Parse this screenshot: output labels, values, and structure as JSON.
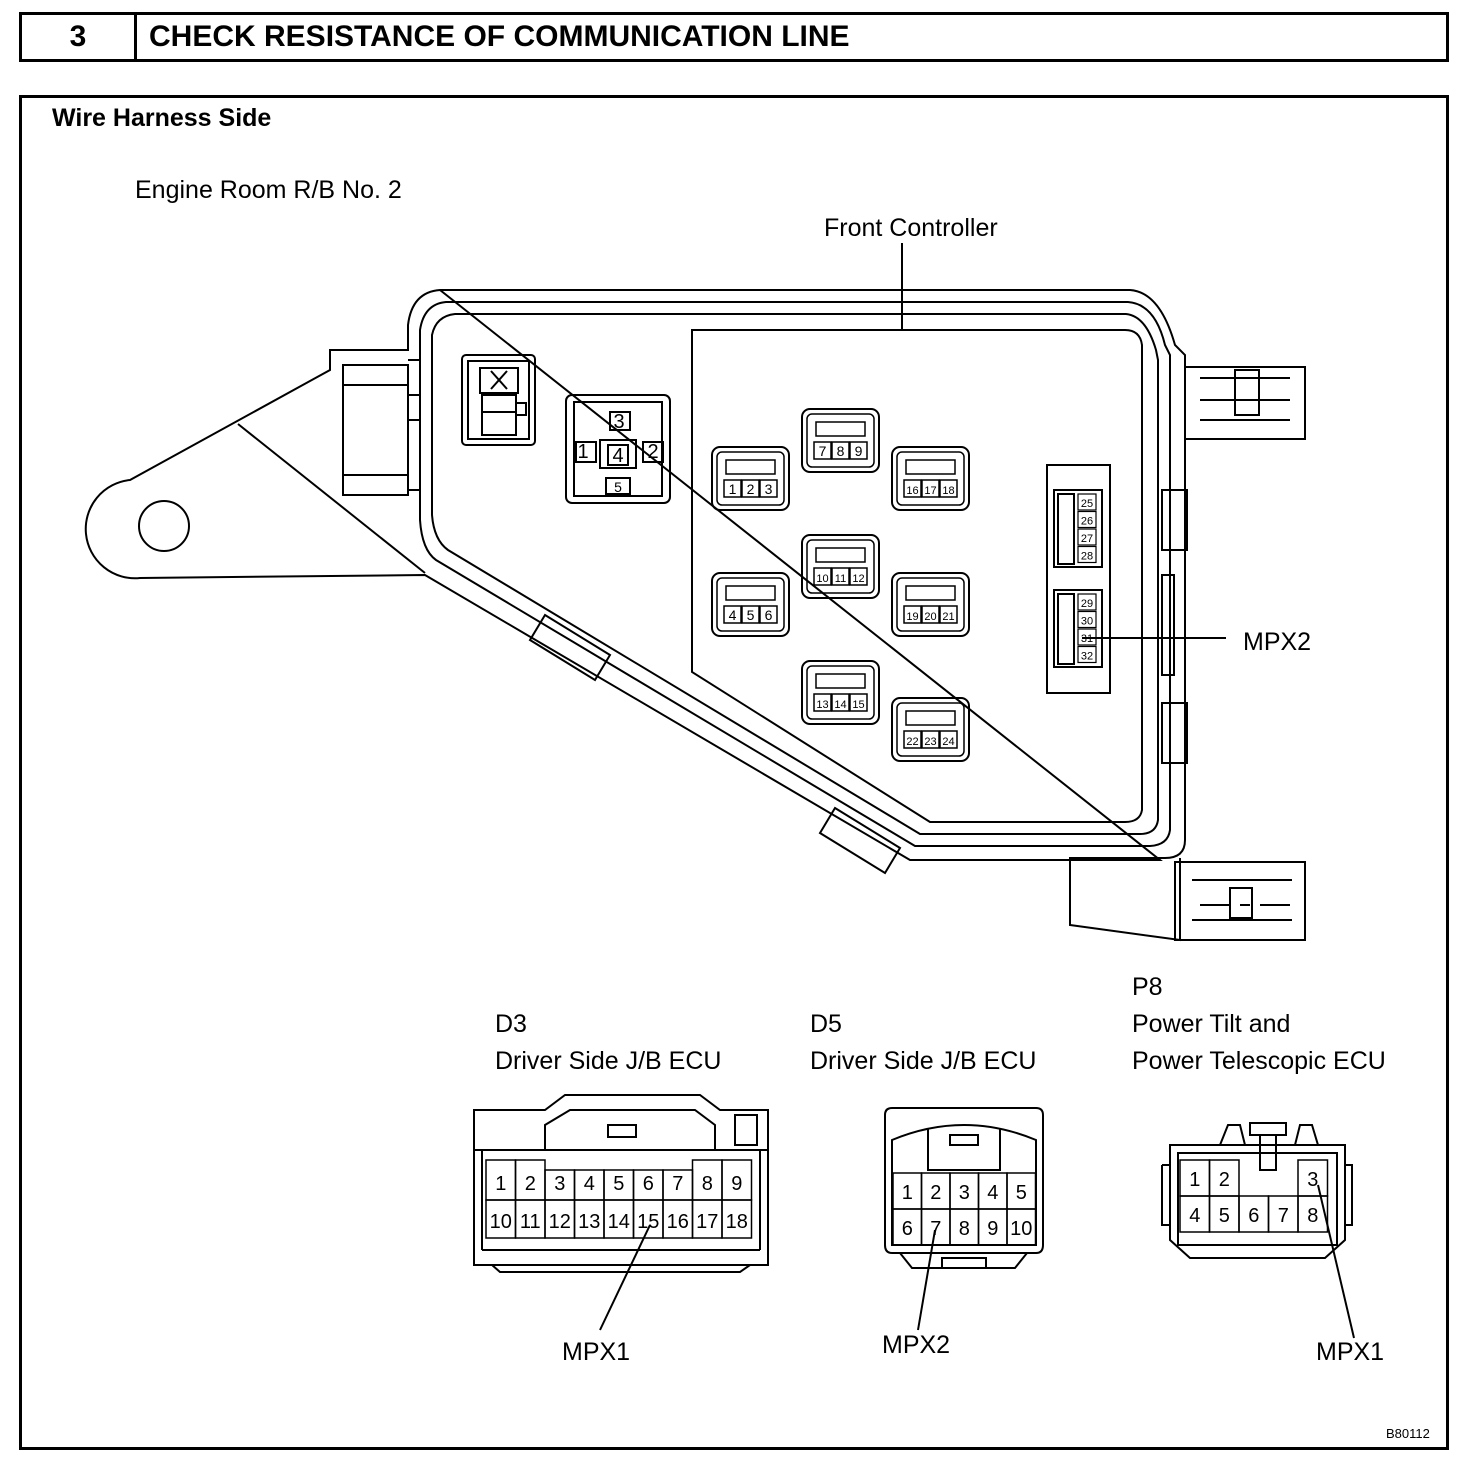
{
  "header": {
    "step": "3",
    "title": "CHECK RESISTANCE OF COMMUNICATION LINE"
  },
  "section_title": "Wire Harness Side",
  "relay_block": {
    "label": "Engine Room R/B No. 2",
    "controller_label": "Front Controller",
    "small_connector_pins": [
      "1",
      "2",
      "3",
      "4",
      "5"
    ],
    "controller_groups": [
      [
        "1",
        "2",
        "3"
      ],
      [
        "7",
        "8",
        "9"
      ],
      [
        "16",
        "17",
        "18"
      ],
      [
        "4",
        "5",
        "6"
      ],
      [
        "10",
        "11",
        "12"
      ],
      [
        "19",
        "20",
        "21"
      ],
      [
        "13",
        "14",
        "15"
      ],
      [
        "22",
        "23",
        "24"
      ]
    ],
    "strip_upper": [
      "25",
      "26",
      "27",
      "28"
    ],
    "strip_lower": [
      "29",
      "30",
      "31",
      "32"
    ],
    "mpx2_label": "MPX2"
  },
  "connectors": {
    "d3": {
      "code": "D3",
      "name": "Driver Side J/B ECU",
      "pins_top": [
        "1",
        "2",
        "3",
        "4",
        "5",
        "6",
        "7",
        "8",
        "9"
      ],
      "pins_bottom": [
        "10",
        "11",
        "12",
        "13",
        "14",
        "15",
        "16",
        "17",
        "18"
      ],
      "callout": "MPX1"
    },
    "d5": {
      "code": "D5",
      "name": "Driver Side J/B ECU",
      "pins_top": [
        "1",
        "2",
        "3",
        "4",
        "5"
      ],
      "pins_bottom": [
        "6",
        "7",
        "8",
        "9",
        "10"
      ],
      "callout": "MPX2"
    },
    "p8": {
      "code": "P8",
      "name_line1": "Power Tilt and",
      "name_line2": "Power Telescopic ECU",
      "pins_top": [
        "1",
        "2",
        "3"
      ],
      "pins_bottom": [
        "4",
        "5",
        "6",
        "7",
        "8"
      ],
      "callout": "MPX1"
    }
  },
  "figure_code": "B80112"
}
